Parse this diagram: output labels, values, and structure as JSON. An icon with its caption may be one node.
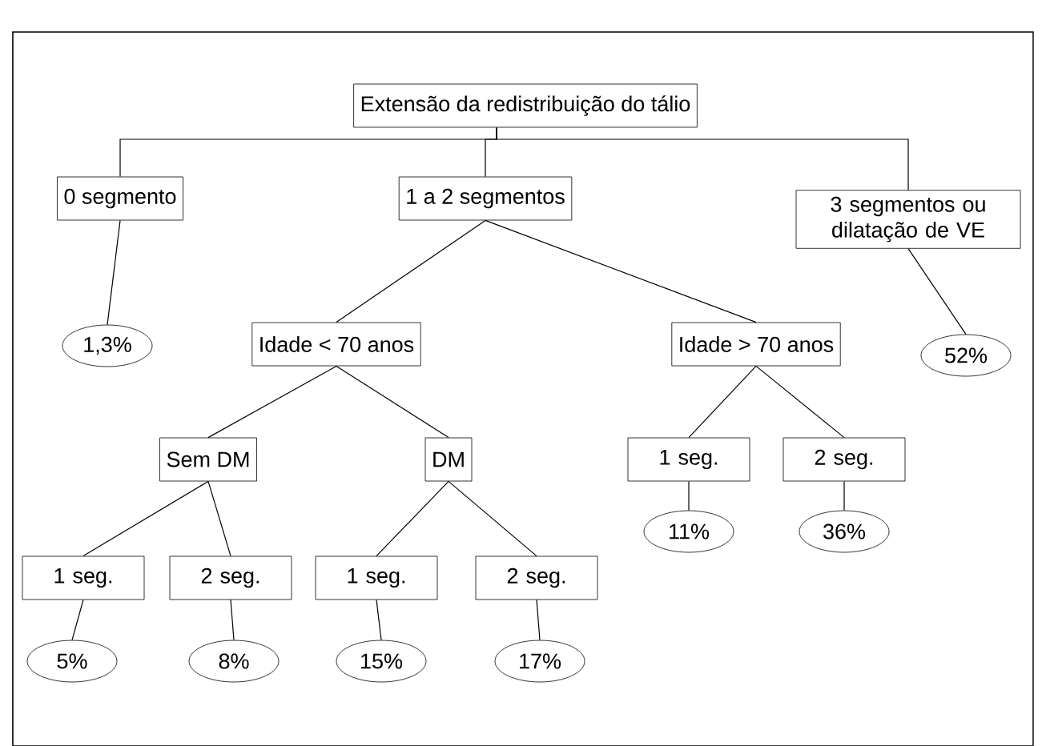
{
  "diagram": {
    "nodes": [
      {
        "text": [
          "Extensão da redistribuição do tálio"
        ]
      },
      {
        "text": [
          "0 segmento"
        ]
      },
      {
        "text": [
          "1 a 2 segmentos"
        ]
      },
      {
        "text": [
          "3 segmentos ou dilatação de VE"
        ]
      },
      {
        "text": [
          "1,3%"
        ]
      },
      {
        "text": [
          "Idade < 70 anos"
        ]
      },
      {
        "text": [
          "Idade > 70 anos"
        ]
      },
      {
        "text": [
          "52%"
        ]
      },
      {
        "text": [
          "Sem DM"
        ]
      },
      {
        "text": [
          "DM"
        ]
      },
      {
        "text": [
          "1 seg."
        ]
      },
      {
        "text": [
          "2 seg."
        ]
      },
      {
        "text": [
          "11%"
        ]
      },
      {
        "text": [
          "36%"
        ]
      },
      {
        "text": [
          "1 seg."
        ]
      },
      {
        "text": [
          "2 seg."
        ]
      },
      {
        "text": [
          "1 seg."
        ]
      },
      {
        "text": [
          "2 seg."
        ]
      },
      {
        "text": [
          "5%"
        ]
      },
      {
        "text": [
          "8%"
        ]
      },
      {
        "text": [
          "15%"
        ]
      },
      {
        "text": [
          "17%"
        ]
      }
    ],
    "edges": [
      {
        "from": 0,
        "to": 1,
        "arrow": "none"
      },
      {
        "from": 0,
        "to": 2,
        "arrow": "none"
      },
      {
        "from": 0,
        "to": 3,
        "arrow": "none"
      },
      {
        "from": 1,
        "to": 4,
        "arrow": "none"
      },
      {
        "from": 2,
        "to": 5,
        "arrow": "none"
      },
      {
        "from": 2,
        "to": 6,
        "arrow": "none"
      },
      {
        "from": 3,
        "to": 7,
        "arrow": "none"
      },
      {
        "from": 5,
        "to": 8,
        "arrow": "none"
      },
      {
        "from": 5,
        "to": 9,
        "arrow": "none"
      },
      {
        "from": 6,
        "to": 10,
        "arrow": "none"
      },
      {
        "from": 6,
        "to": 11,
        "arrow": "none"
      },
      {
        "from": 10,
        "to": 12,
        "arrow": "none"
      },
      {
        "from": 11,
        "to": 13,
        "arrow": "none"
      },
      {
        "from": 8,
        "to": 14,
        "arrow": "none"
      },
      {
        "from": 8,
        "to": 15,
        "arrow": "none"
      },
      {
        "from": 9,
        "to": 16,
        "arrow": "none"
      },
      {
        "from": 9,
        "to": 17,
        "arrow": "none"
      },
      {
        "from": 14,
        "to": 18,
        "arrow": "none"
      },
      {
        "from": 15,
        "to": 19,
        "arrow": "none"
      },
      {
        "from": 16,
        "to": 20,
        "arrow": "none"
      },
      {
        "from": 17,
        "to": 21,
        "arrow": "none"
      }
    ]
  }
}
